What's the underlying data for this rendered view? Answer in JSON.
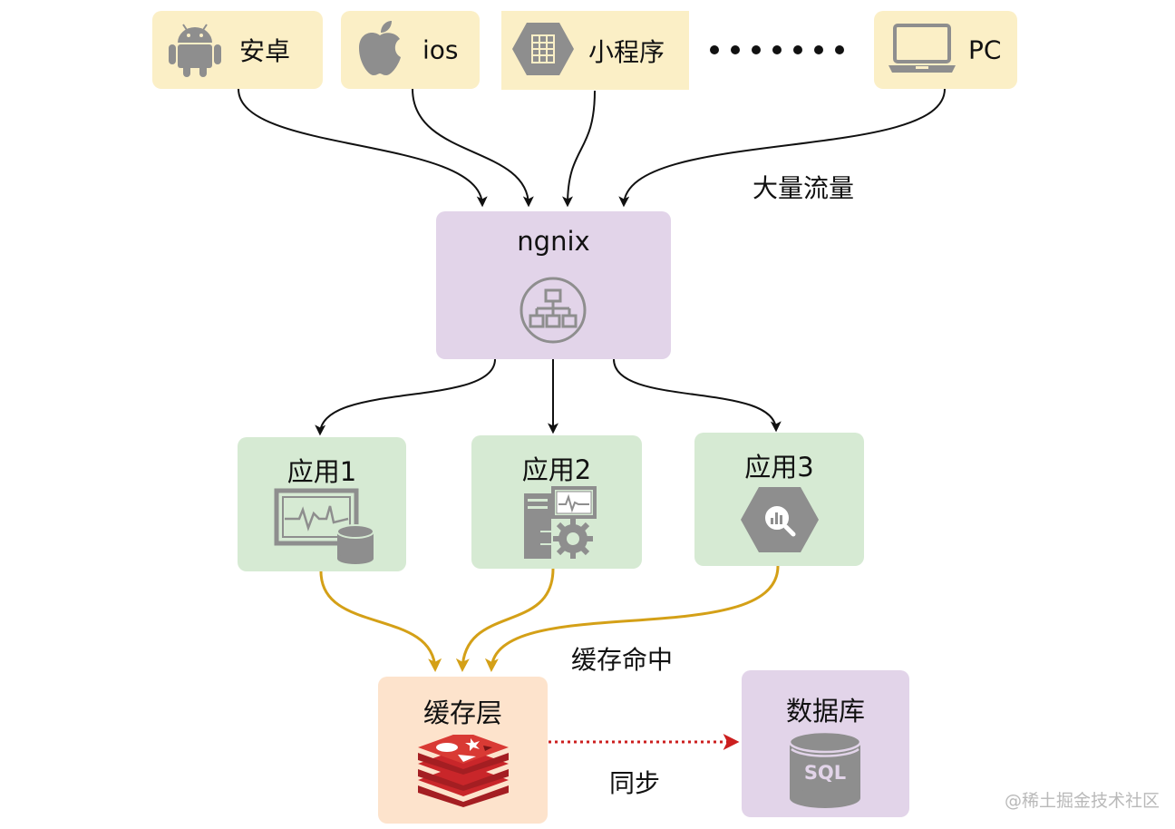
{
  "clients": {
    "android": {
      "label": "安卓",
      "icon": "android-icon"
    },
    "ios": {
      "label": "ios",
      "icon": "apple-icon"
    },
    "miniprogram": {
      "label": "小程序",
      "icon": "mini-program-icon"
    },
    "ellipsis_icon": "ellipsis-dots-icon",
    "pc": {
      "label": "PC",
      "icon": "laptop-icon"
    }
  },
  "traffic_label": "大量流量",
  "ngnix": {
    "title": "ngnix",
    "icon": "load-balancer-icon"
  },
  "apps": [
    {
      "title": "应用1",
      "icon": "monitor-database-icon"
    },
    {
      "title": "应用2",
      "icon": "server-gear-icon"
    },
    {
      "title": "应用3",
      "icon": "bigquery-icon"
    }
  ],
  "cache_hit_label": "缓存命中",
  "cache": {
    "title": "缓存层",
    "icon": "redis-icon"
  },
  "sync_label": "同步",
  "database": {
    "title": "数据库",
    "icon": "sql-database-icon",
    "icon_text": "SQL"
  },
  "watermark": "@稀土掘金技术社区",
  "colors": {
    "client_bg": "#fbefc6",
    "ngnix_bg": "#e2d4e9",
    "app_bg": "#d6ead3",
    "cache_bg": "#fde3cc",
    "db_bg": "#e2d4e9",
    "icon_gray": "#8e8e8e",
    "cache_arrow": "#d4a017",
    "sync_arrow": "#cc1f1f",
    "redis_red": "#c9262a"
  }
}
